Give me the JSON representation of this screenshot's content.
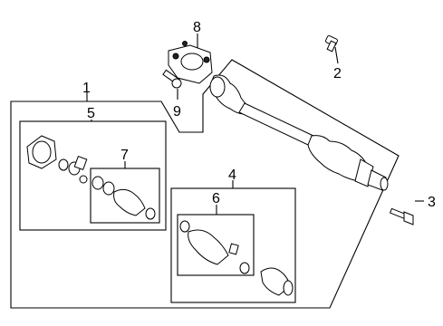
{
  "diagram": {
    "callouts": [
      {
        "id": "c1",
        "label": "1"
      },
      {
        "id": "c2",
        "label": "2"
      },
      {
        "id": "c3",
        "label": "3"
      },
      {
        "id": "c4",
        "label": "4"
      },
      {
        "id": "c5",
        "label": "5"
      },
      {
        "id": "c6",
        "label": "6"
      },
      {
        "id": "c7",
        "label": "7"
      },
      {
        "id": "c8",
        "label": "8"
      },
      {
        "id": "c9",
        "label": "9"
      }
    ],
    "colors": {
      "line": "#000000",
      "background": "#ffffff",
      "fill": "#ffffff"
    }
  }
}
